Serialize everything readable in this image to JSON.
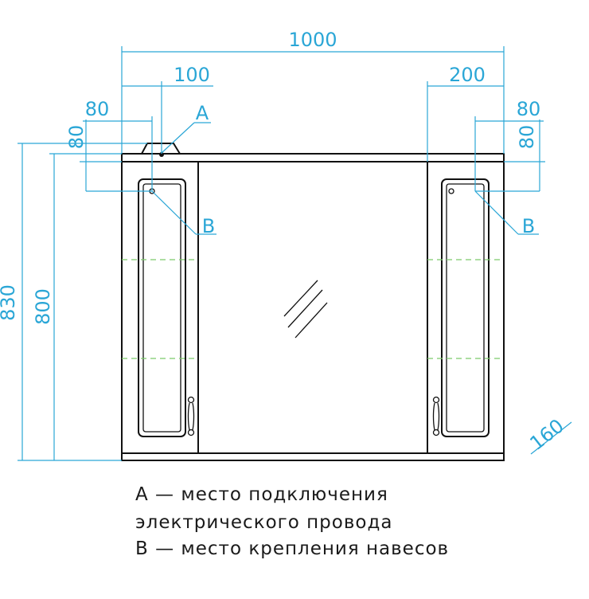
{
  "dimensions": {
    "width_total": "1000",
    "offset_left_a": "100",
    "offset_right": "200",
    "offset_left_b": "80",
    "offset_right_b": "80",
    "vert_left_b": "80",
    "vert_right_b": "80",
    "height_total": "830",
    "height_body": "800",
    "depth": "160"
  },
  "markers": {
    "a": "A",
    "b_left": "B",
    "b_right": "B"
  },
  "legend": {
    "line1": "A — место подключения",
    "line2": "электрического провода",
    "line3": "B — место крепления навесов"
  },
  "colors": {
    "dimension": "#2aa6d6",
    "outline": "#111111",
    "shelf": "#7cc96b"
  }
}
